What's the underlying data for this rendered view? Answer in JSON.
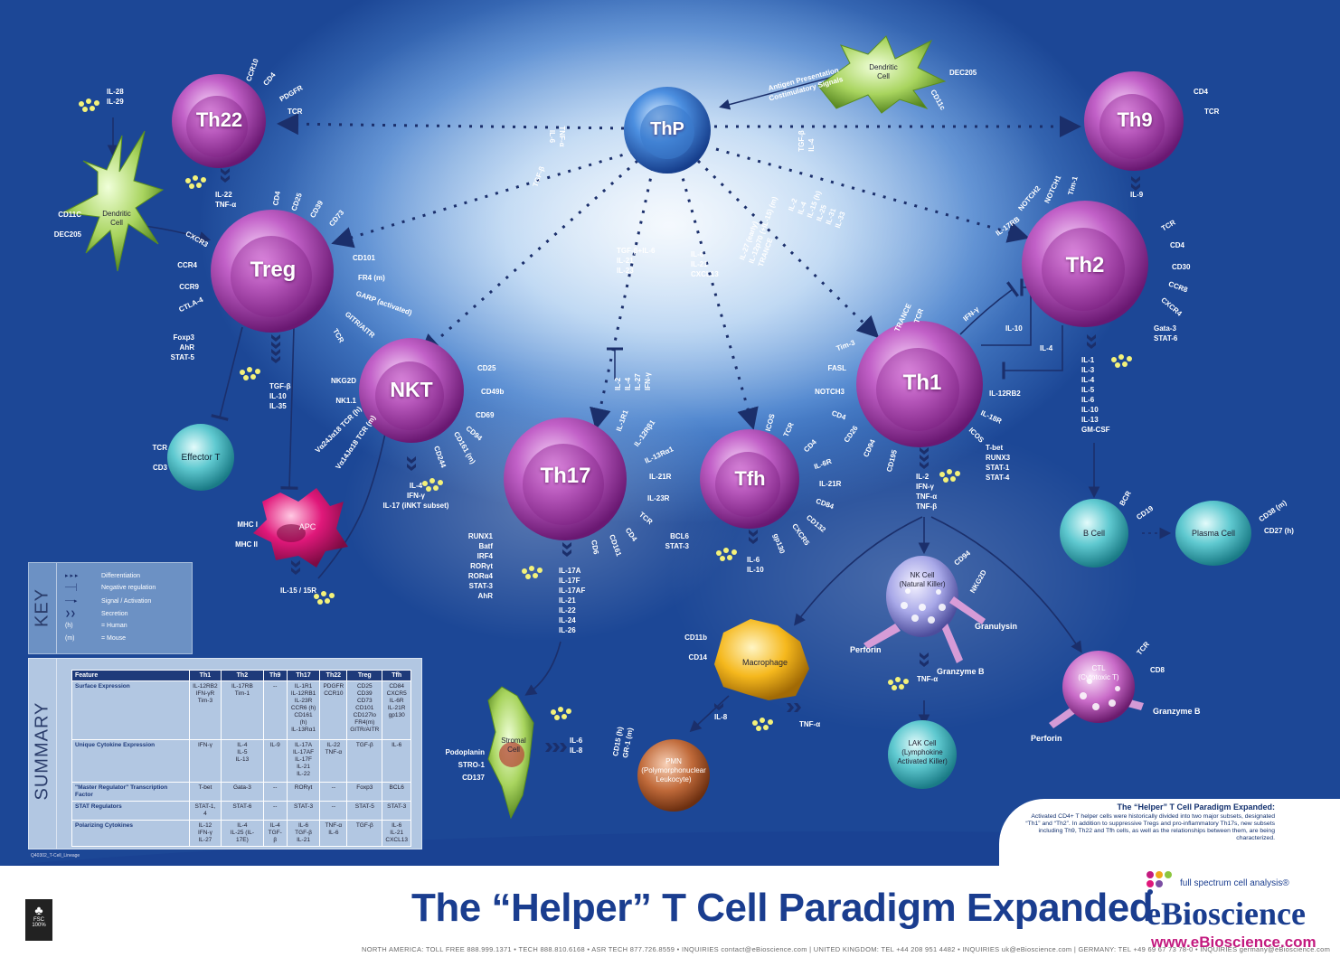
{
  "poster_title": "The “Helper” T Cell Paradigm Expanded",
  "catalog_code": "Q40302_T-Cell_Lineage",
  "cells": {
    "thp": "ThP",
    "th22": "Th22",
    "th9": "Th9",
    "treg": "Treg",
    "th2": "Th2",
    "th1": "Th1",
    "nkt": "NKT",
    "th17": "Th17",
    "tfh": "Tfh",
    "effector_t": "Effector T",
    "apc": "APC",
    "dendritic_left": "Dendritic\nCell",
    "dendritic_right": "Dendritic\nCell",
    "b_cell": "B Cell",
    "plasma_cell": "Plasma Cell",
    "nk_cell": "NK Cell\n(Natural Killer)",
    "macrophage": "Macrophage",
    "ctl": "CTL\n(Cytotoxic T)",
    "lak_cell": "LAK Cell\n(Lymphokine\nActivated Killer)",
    "pmn": "PMN\n(Polymorphonuclear\nLeukocyte)",
    "stromal_cell": "Stromal\nCell"
  },
  "labels": {
    "antigen": "Antigen Presentation\nCostimulatory Signals",
    "dc_left_markers": "CD11C\n\nDEC205",
    "dc_right_marker1": "DEC205",
    "dc_right_marker2": "CD11c",
    "il28": "IL-28\nIL-29",
    "th22_markers": [
      "CCR10",
      "CD4",
      "PDGFR",
      "TCR"
    ],
    "th22_secretion": "IL-22\nTNF-α",
    "thp_th22_cytokines": "TNF-α\nIL-6",
    "thp_treg_cytokine": "TGF-β",
    "thp_th9_cytokines": "TGF-β\nIL-4",
    "thp_th2_cytokines": "IL-2\nIL-4\nIL-15 (h)\nIL-25\nIL-31\nIL-33",
    "thp_th1_cytokines": "IL-27 (early)\nIL-12p70 (+IL-15) (m)\nTRANCE",
    "thp_th17_cytokines": "TGF-β+IL-6\nIL-21\nIL-23",
    "thp_tfh_cytokines": "IL-6\nIL-21\nCXCL13",
    "th17_inhibitors": "IL-2\nIL-4\nIL-27\nIFN-γ",
    "th9_markers": [
      "CD4",
      "TCR"
    ],
    "th9_secretion": "IL-9",
    "treg_markers_top": [
      "CD4",
      "CD25",
      "CD39",
      "CD73"
    ],
    "treg_markers_right": [
      "CD101",
      "FR4 (m)",
      "GARP (activated)",
      "GITR/AITR",
      "TCR"
    ],
    "treg_markers_left": [
      "CXCR3",
      "CCR4",
      "CCR9",
      "CTLA-4"
    ],
    "treg_factors": "Foxp3\nAhR\nSTAT-5",
    "treg_secretion": "TGF-β\nIL-10\nIL-35",
    "effector_markers": "TCR\n\nCD3",
    "apc_markers": "MHC I\n\nMHC II",
    "il15": "IL-15 / 15R",
    "nkt_markers_left": [
      "NKG2D",
      "NK1.1",
      "Vα24Jα18 TCR (h)",
      "Vα14Jα18 TCR (m)"
    ],
    "nkt_markers_right": [
      "CD25",
      "CD49b",
      "CD69",
      "CD94",
      "CD161 (m)",
      "CD244"
    ],
    "nkt_secretion": "IL-4\nIFN-γ\nIL-17 (iNKT subset)",
    "th17_markers": [
      "IL-1R1",
      "IL-12Rβ1",
      "IL-13Rα1",
      "IL-21R",
      "IL-23R",
      "TCR",
      "CD4",
      "CD161",
      "CD6"
    ],
    "th17_factors": "RUNX1\nBatf\nIRF4\nRORγt\nRORα4\nSTAT-3\nAhR",
    "th17_secretion": "IL-17A\nIL-17F\nIL-17AF\nIL-21\nIL-22\nIL-24\nIL-26",
    "tfh_markers": [
      "ICOS",
      "TCR",
      "CD4",
      "IL-6R",
      "IL-21R",
      "CD84",
      "CD132",
      "CXCR5",
      "gp130"
    ],
    "tfh_factors": "BCL6\nSTAT-3",
    "tfh_secretion": "IL-6\nIL-10",
    "th1_markers_top": [
      "TRANCE",
      "TCR"
    ],
    "th1_markers_left": [
      "Tim-3",
      "FASL",
      "NOTCH3",
      "CD4",
      "CD26",
      "CD94",
      "CD195"
    ],
    "th1_markers_right": [
      "IL-12RB2",
      "IL-18R",
      "ICOS"
    ],
    "th1_factors": "T-bet\nRUNX3\nSTAT-1\nSTAT-4",
    "th1_secretion": "IL-2\nIFN-γ\nTNF-α\nTNF-β",
    "th2_markers_top": [
      "NOTCH2",
      "NOTCH1",
      "Tim-1"
    ],
    "th2_markers_left": [
      "IL-17RB"
    ],
    "th2_markers_right": [
      "TCR",
      "CD4",
      "CD30",
      "CCR8",
      "CXCR4"
    ],
    "th2_factors": "Gata-3\nSTAT-6",
    "th2_secretion": "IL-1\nIL-3\nIL-4\nIL-5\nIL-6\nIL-10\nIL-13\nGM-CSF",
    "ifn_g": "IFN-γ",
    "il10_cross": "IL-10",
    "il4_cross": "IL-4",
    "bcell_markers": [
      "BCR",
      "CD19"
    ],
    "plasma_markers": [
      "CD38 (m)",
      "CD27 (h)"
    ],
    "nk_markers": [
      "CD94",
      "NKG2D"
    ],
    "granulysin": "Granulysin",
    "perforin": "Perforin",
    "granzyme": "Granzyme B",
    "tnf_a_nk": "TNF-α",
    "ctl_markers": [
      "TCR",
      "CD8"
    ],
    "ctl_granzyme": "Granzyme B",
    "ctl_perforin": "Perforin",
    "macrophage_markers": "CD11b\n\nCD14",
    "macrophage_il8": "IL-8",
    "macrophage_tnfa": "TNF-α",
    "pmn_markers": "CD15 (h)\nGR-1 (m)",
    "stromal_markers": "Podoplanin\nSTRO-1\nCD137",
    "stromal_secretion": "IL-6\nIL-8"
  },
  "key": {
    "title": "KEY",
    "items": [
      {
        "symbol": "differentiation",
        "text": "Differentiation"
      },
      {
        "symbol": "negative",
        "text": "Negative regulation"
      },
      {
        "symbol": "signal",
        "text": "Signal / Activation"
      },
      {
        "symbol": "secretion",
        "text": "Secretion"
      },
      {
        "symbol": "(h)",
        "text": "Human"
      },
      {
        "symbol": "(m)",
        "text": "Mouse"
      }
    ]
  },
  "summary": {
    "title": "SUMMARY",
    "headers": [
      "Feature",
      "Th1",
      "Th2",
      "Th9",
      "Th17",
      "Th22",
      "Treg",
      "Tfh"
    ],
    "rows": [
      [
        "Surface Expression",
        "IL-12RB2\nIFN-γR\nTim-3",
        "IL-17RB\nTim-1",
        "--",
        "IL-1R1\nIL-12RB1\nIL-23R\nCCR6 (h)\nCD161 (h)\nIL-13Rα1",
        "PDGFR\nCCR10",
        "CD25\nCD39\nCD73\nCD101\nCD127lo\nFR4(m)\nGITR/AITR",
        "CD84\nCXCR5\nIL-6R\nIL-21R\ngp130"
      ],
      [
        "Unique Cytokine Expression",
        "IFN-γ",
        "IL-4\nIL-5\nIL-13",
        "IL-9",
        "IL-17A\nIL-17AF\nIL-17F\nIL-21\nIL-22",
        "IL-22\nTNF-α",
        "TGF-β",
        "IL-6"
      ],
      [
        "\"Master Regulator\" Transcription Factor",
        "T-bet",
        "Gata-3",
        "--",
        "RORγt",
        "--",
        "Foxp3",
        "BCL6"
      ],
      [
        "STAT Regulators",
        "STAT-1, 4",
        "STAT-6",
        "--",
        "STAT-3",
        "--",
        "STAT-5",
        "STAT-3"
      ],
      [
        "Polarizing Cytokines",
        "IL-12\nIFN-γ\nIL-27",
        "IL-4\nIL-25 (IL-17E)",
        "IL-4\nTGF-β",
        "IL-6\nTGF-β\nIL-21",
        "TNF-α\nIL-6",
        "TGF-β",
        "IL-6\nIL-21\nCXCL13"
      ]
    ]
  },
  "infobox": {
    "title": "The “Helper” T Cell Paradigm Expanded:",
    "body": "Activated CD4+ T helper cells were historically divided into two major subsets, designated\n“Th1” and “Th2”. In addition to suppressive Tregs and pro-inflammatory Th17s, new subsets\nincluding Th9, Th22 and Tfh cells, as well as the relationships between them, are being characterized."
  },
  "footer": {
    "fsc": "FSC\n100%",
    "contact": "NORTH AMERICA:  TOLL FREE 888.999.1371  •  TECH 888.810.6168  •  ASR TECH 877.726.8559  •  INQUIRIES contact@eBioscience.com   |   UNITED KINGDOM:  TEL +44 208 951 4482  •  INQUIRIES uk@eBioscience.com   |   GERMANY:  TEL +49 69 67 73 78-0  •  INQUIRIES germany@eBioscience.com",
    "tagline": "full spectrum cell analysis®",
    "brand": "eBioscience",
    "url": "www.eBioscience.com"
  },
  "colors": {
    "helper_cell": "#b045b8",
    "thp_cell": "#2a6cc4",
    "effector_cell": "#3bb8c0",
    "apc_cell": "#e0187a",
    "dendritic": "#8cc63e",
    "macrophage": "#f5b81d",
    "pmn": "#c06a3a",
    "brand_blue": "#1a3d8f",
    "brand_magenta": "#c31a7f"
  }
}
